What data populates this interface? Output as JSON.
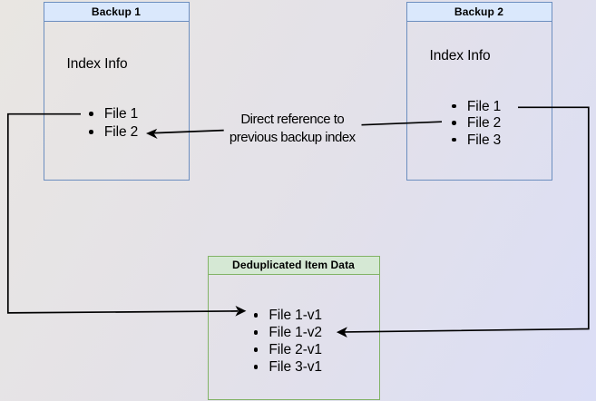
{
  "diagram": {
    "backup1": {
      "title": "Backup 1",
      "subtitle": "Index Info",
      "items": [
        "File 1",
        "File 2"
      ]
    },
    "backup2": {
      "title": "Backup 2",
      "subtitle": "Index Info",
      "items": [
        "File 1",
        "File 2",
        "File 3"
      ]
    },
    "dedup": {
      "title": "Deduplicated Item Data",
      "items": [
        "File 1-v1",
        "File 1-v2",
        "File 2-v1",
        "File 3-v1"
      ]
    },
    "edge_label": {
      "line1": "Direct reference to",
      "line2": "previous backup index"
    },
    "colors": {
      "backup_header_fill": "#dae8fc",
      "backup_border": "#6c8ebf",
      "dedup_header_fill": "#d5e8d4",
      "dedup_border": "#82b366",
      "edge_stroke": "#000000"
    }
  }
}
